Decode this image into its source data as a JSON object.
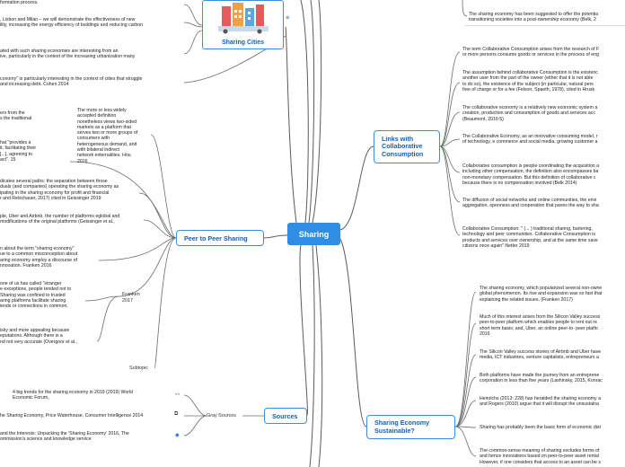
{
  "central": {
    "label": "Sharing"
  },
  "branches": {
    "links": "Links with\nCollaborative\nConsumption",
    "p2p": "Peer to Peer Sharing",
    "sources": "Sources",
    "sustainable": "Sharing Economy\nSustainable?"
  },
  "image_label": "Sharing Cities",
  "sub_labels": {
    "franken": "Franken\n2017",
    "subtopic": "Subtopic",
    "gray_sources": "Gray Sources"
  },
  "left_texts": [
    "formation process.",
    ", Lisbon and Milan – we will demonstrate the effectiveness of new\nility, increasing the energy efficiency of buildings and reducing carbon",
    "ated with such sharing economies are interesting from an\nive, particularly in the context of the increasing urbanization many",
    "conomy\" is particularly interesting in the context of cities that struggle\nand increasing debt. Cohen 2014",
    "ers from the\ns the traditional",
    "hat \"provides a\nit, facilitating their\n[...], agreeing to\nact\". 15",
    "dicates several paths: the separation between those\nduals (and companies) operating the sharing economy as\nipating in the sharing economy for profit and financial\nr and Reischauer, 2017) cited in Geissinger 2019",
    "ple, Uber and Airbnb, the number of platforms eglobal and\nmodifications of the original platforms (Geissinger et al.,",
    "n about the term \"sharing economy\"\nue to a common misconception about\naring economy employ a discourse of\nnnovation. Franken 2016",
    "one of us has called \"stranger\ne exceptions, people tended not to\n Sharing was confined to trusted\naring platforms facilitate sharing\niends or connections in common.",
    "isky and more appealing because\neputations. Although there is a\nnd not very accurate (Overgoor et al.,"
  ],
  "middle_text": "The more or less widely\naccepted definition\nnonetheless views two-sided\nmarkets as a platform that\nserves two or more groups of\nconsumers with\nheterogeneous demand, and\nwith bilateral indirect\nnetwork externalities. Hou\n2016",
  "sources": [
    "4 big trends for the sharing economy in 2019 (2019) World\nEconomic Forum,",
    "he Sharing Economy, Price Waterhouse, Consumer Intelligence 2014",
    "and the Interests: Unpacking the 'Sharing Economy' 2016, The\nommission's science and knowledge service"
  ],
  "top_right_text": "The sharing economy has been suggested to offer the potentia\ntransitioning societies into a post-ownership economy (Belk, 2",
  "links_texts": [
    "The term Collaborative Consumption arises from the research of F\nor more persons consume goods or services in the process of eng",
    "The assumption behind collaborative Consumption is the existenc\nanother  user from the part of the owner (either that it is not able\nto do so), the existence of the subject (in particular,  natural pers\nfree of  charge or for a fee (Felson, Spaeth, 1978). cited in Hrusk",
    "The  collaborative economy is a relatively new economic system a\ncreation, production and consumption of goods  and services acc\n(Beaumont, 2016:5)",
    "The Collaborative Economy, as an innovative consuming model, r\nof technology, e commerce and social media, growing customer a",
    "Collaborative consumption is people coordinating the acquisition a\nincluding other compensation, the definition also encompasses ba\nnon-monetary compensation. But this definition of collaborative c\nbecause there is no compensation involved (Belk 2014)",
    "The diffusion of social networks and online communities, the envi\naggregation, openness and cooperation that paves the way to sha",
    "Collaborative Consumption: \" (... ) traditional sharing, bartering,\ntechnology and peer communities. Collaborative Consumption is\nproducts and services over ownership, and at the same time save\ncitizens once again\" Netter 2019"
  ],
  "sustainable_texts": [
    "The sharing economy, which popularized several non-owne\nglobal phenomenon. Its rise and expansion was so fast that\nexplaining the related issues. (Franken 2017)",
    "Much of this interest arises from the Silicon Valley success\npeer-to-peer platform which enables people to rent out re\nshort term basis; and, Uber, an online peer-to- peer platfo\n2016",
    "The Silicon Valley success stories of Airbnb and Uber have\nmedia, ICT industries, venture capitalists, entrepreneurs a",
    "Both platforms have made the journey from an entreprene\ncorporation in less than five years (Lashinsky, 2015, Konrac",
    "Heinrichs (2013: 228) has heralded the sharing economy a\nand Rogers (2010) argue that it will disrupt the unsustaina",
    "Sharing has probably been the basic form of economic dist",
    "The common-sense meaning of sharing excludes forms of\nand hence innovations based on peer-to-peer asset rental\nHowever, if one considers that access to an asset can be s"
  ],
  "icons": {
    "sources_row1": "link-icon",
    "sources_row2": "external-link-icon",
    "sources_row3": "dropbox-icon",
    "image_side": "globe-icon"
  },
  "colors": {
    "accent": "#2f8de4",
    "node_border": "#3f8fd8",
    "node_text": "#1560b0",
    "line": "#5a5a5a"
  }
}
